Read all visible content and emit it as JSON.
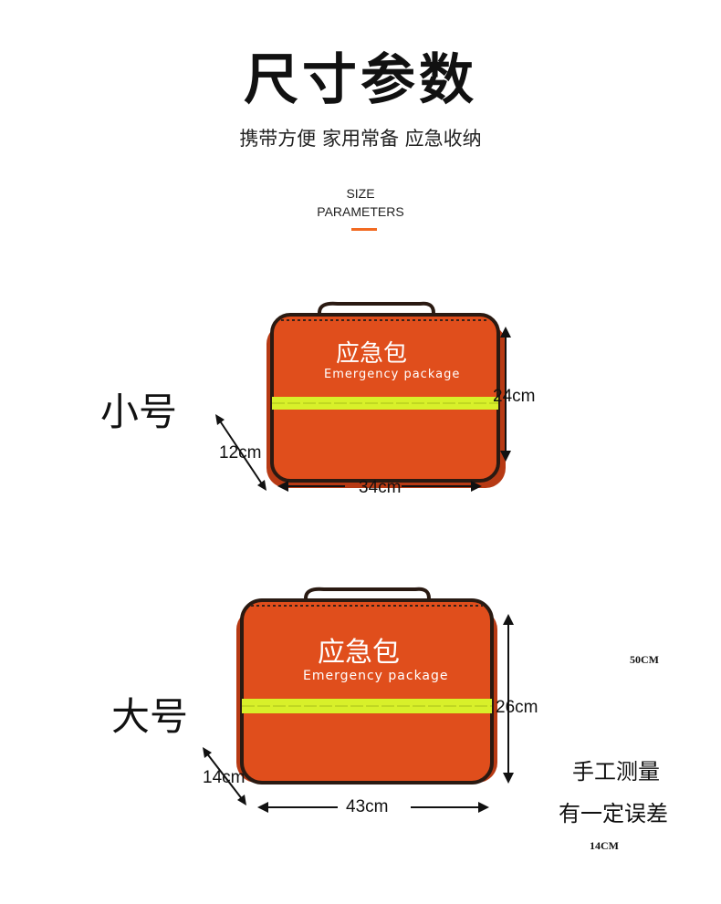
{
  "header": {
    "title": "尺寸参数",
    "subtitle": "携带方便  家用常备  应急收纳",
    "en_line1": "SIZE",
    "en_line2": "PARAMETERS"
  },
  "colors": {
    "accent": "#f26a21",
    "bag_orange": "#e04e1c",
    "bag_border": "#2a1a12",
    "reflective_stripe": "#d8f02a"
  },
  "small_bag": {
    "size_label": "小号",
    "bag_title": "应急包",
    "bag_subtitle": "Emergency package",
    "height": "24cm",
    "depth": "12cm",
    "width": "34cm"
  },
  "large_bag": {
    "size_label": "大号",
    "bag_title": "应急包",
    "bag_subtitle": "Emergency package",
    "height": "26cm",
    "depth": "14cm",
    "width": "43cm"
  },
  "note": {
    "line1": "手工测量",
    "line2": "有一定误差"
  },
  "extra_labels": {
    "top_right": "50CM",
    "bottom_right": "14CM"
  }
}
